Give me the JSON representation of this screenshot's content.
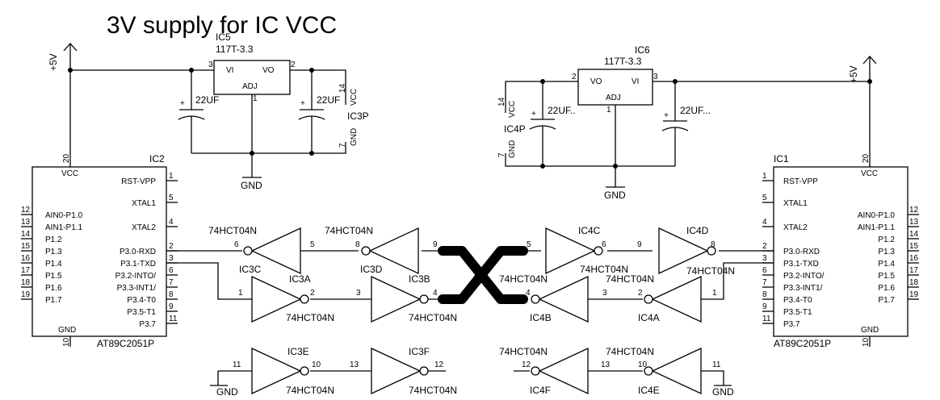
{
  "title": "3V supply for IC VCC",
  "colors": {
    "ink": "#000000",
    "background": "#ffffff"
  },
  "supply": {
    "rail_left": "+5V",
    "rail_right": "+5V",
    "gnd": "GND"
  },
  "regulators": {
    "left": {
      "ref": "IC5",
      "part": "117T-3.3",
      "vi": "VI",
      "vo": "VO",
      "adj": "ADJ",
      "pin_in": "3",
      "pin_out": "2",
      "pin_adj": "1"
    },
    "right": {
      "ref": "IC6",
      "part": "117T-3.3",
      "vi": "VI",
      "vo": "VO",
      "adj": "ADJ",
      "pin_in": "3",
      "pin_out": "2",
      "pin_adj": "1"
    }
  },
  "caps": {
    "c1": "22UF",
    "c2": "22UF",
    "c3": "22UF..",
    "c4": "22UF..."
  },
  "power_pins": {
    "ic3p": {
      "ref": "IC3P",
      "vcc": "VCC",
      "gnd": "GND",
      "pin_vcc": "14",
      "pin_gnd": "7"
    },
    "ic4p": {
      "ref": "IC4P",
      "vcc": "VCC",
      "gnd": "GND",
      "pin_vcc": "14",
      "pin_gnd": "7"
    }
  },
  "mcu_left": {
    "ref": "IC2",
    "part": "AT89C2051P",
    "vcc_pin": "20",
    "gnd_pin": "10",
    "vcc": "VCC",
    "gnd": "GND",
    "right_pins": [
      {
        "name": "RST-VPP",
        "num": "1"
      },
      {
        "name": "XTAL1",
        "num": "5"
      },
      {
        "name": "XTAL2",
        "num": "4"
      },
      {
        "name": "P3.0-RXD",
        "num": "2"
      },
      {
        "name": "P3.1-TXD",
        "num": "3"
      },
      {
        "name": "P3.2-INTO/",
        "num": "6"
      },
      {
        "name": "P3.3-INT1/",
        "num": "7"
      },
      {
        "name": "P3.4-T0",
        "num": "8"
      },
      {
        "name": "P3.5-T1",
        "num": "9"
      },
      {
        "name": "P3.7",
        "num": "11"
      }
    ],
    "left_pins": [
      {
        "name": "AIN0-P1.0",
        "num": "12"
      },
      {
        "name": "AIN1-P1.1",
        "num": "13"
      },
      {
        "name": "P1.2",
        "num": "14"
      },
      {
        "name": "P1.3",
        "num": "15"
      },
      {
        "name": "P1.4",
        "num": "16"
      },
      {
        "name": "P1.5",
        "num": "17"
      },
      {
        "name": "P1.6",
        "num": "18"
      },
      {
        "name": "P1.7",
        "num": "19"
      }
    ]
  },
  "mcu_right": {
    "ref": "IC1",
    "part": "AT89C2051P",
    "vcc_pin": "20",
    "gnd_pin": "10",
    "vcc": "VCC",
    "gnd": "GND",
    "left_pins": [
      {
        "name": "RST-VPP",
        "num": "1"
      },
      {
        "name": "XTAL1",
        "num": "5"
      },
      {
        "name": "XTAL2",
        "num": "4"
      },
      {
        "name": "P3.0-RXD",
        "num": "2"
      },
      {
        "name": "P3.1-TXD",
        "num": "3"
      },
      {
        "name": "P3.2-INTO/",
        "num": "6"
      },
      {
        "name": "P3.3-INT1/",
        "num": "7"
      },
      {
        "name": "P3.4-T0",
        "num": "8"
      },
      {
        "name": "P3.5-T1",
        "num": "9"
      },
      {
        "name": "P3.7",
        "num": "11"
      }
    ],
    "right_pins": [
      {
        "name": "AIN0-P1.0",
        "num": "12"
      },
      {
        "name": "AIN1-P1.1",
        "num": "13"
      },
      {
        "name": "P1.2",
        "num": "14"
      },
      {
        "name": "P1.3",
        "num": "15"
      },
      {
        "name": "P1.4",
        "num": "16"
      },
      {
        "name": "P1.5",
        "num": "17"
      },
      {
        "name": "P1.6",
        "num": "18"
      },
      {
        "name": "P1.7",
        "num": "19"
      }
    ]
  },
  "gates": {
    "ic3a": {
      "ref": "IC3A",
      "part": "74HCT04N",
      "in": "1",
      "out": "2"
    },
    "ic3b": {
      "ref": "IC3B",
      "part": "74HCT04N",
      "in": "3",
      "out": "4"
    },
    "ic3c": {
      "ref": "IC3C",
      "part": "74HCT04N",
      "in": "5",
      "out": "6"
    },
    "ic3d": {
      "ref": "IC3D",
      "part": "74HCT04N",
      "in": "9",
      "out": "8"
    },
    "ic3e": {
      "ref": "IC3E",
      "part": "74HCT04N",
      "in": "11",
      "out": "10"
    },
    "ic3f": {
      "ref": "IC3F",
      "part": "74HCT04N",
      "in": "13",
      "out": "12"
    },
    "ic4a": {
      "ref": "IC4A",
      "part": "74HCT04N",
      "in": "1",
      "out": "2"
    },
    "ic4b": {
      "ref": "IC4B",
      "part": "74HCT04N",
      "in": "3",
      "out": "4"
    },
    "ic4c": {
      "ref": "IC4C",
      "part": "74HCT04N",
      "in": "5",
      "out": "6"
    },
    "ic4d": {
      "ref": "IC4D",
      "part": "74HCT04N",
      "in": "9",
      "out": "8"
    },
    "ic4e": {
      "ref": "IC4E",
      "part": "74HCT04N",
      "in": "11",
      "out": "10"
    },
    "ic4f": {
      "ref": "IC4F",
      "part": "74HCT04N",
      "in": "13",
      "out": "12"
    }
  }
}
